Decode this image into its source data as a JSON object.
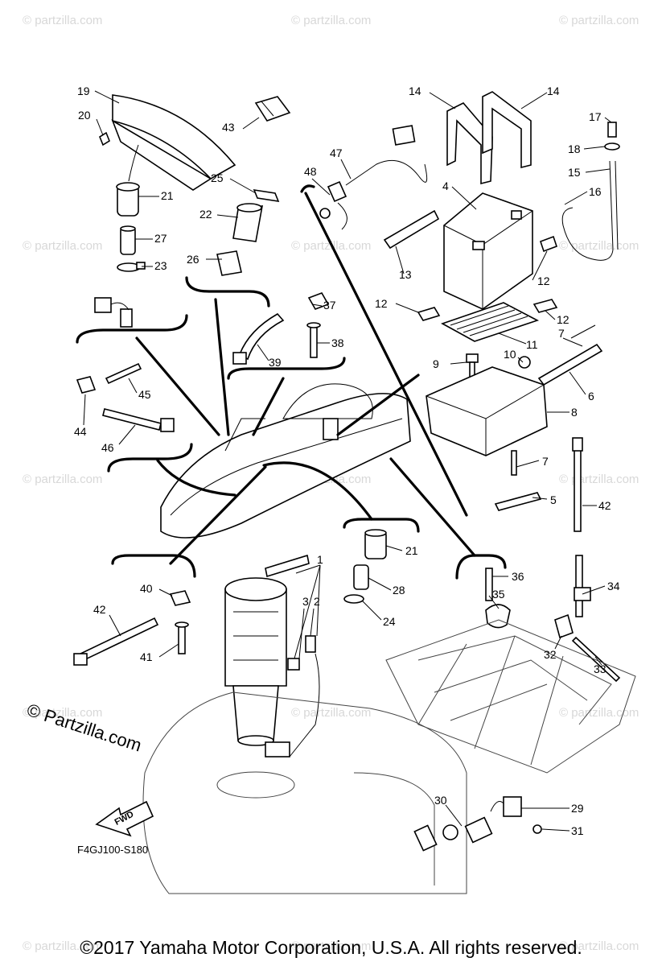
{
  "diagram": {
    "code": "F4GJ100-S180",
    "fwd_label": "FWD",
    "brand_watermark": "© Partzilla.com",
    "copyright": "©2017  Yamaha Motor Corporation, U.S.A. All rights reserved.",
    "watermark_text": "© partzilla.com"
  },
  "callouts": [
    {
      "id": "c19",
      "label": "19"
    },
    {
      "id": "c20",
      "label": "20"
    },
    {
      "id": "c43",
      "label": "43"
    },
    {
      "id": "c21a",
      "label": "21"
    },
    {
      "id": "c25",
      "label": "25"
    },
    {
      "id": "c22",
      "label": "22"
    },
    {
      "id": "c27",
      "label": "27"
    },
    {
      "id": "c26",
      "label": "26"
    },
    {
      "id": "c23",
      "label": "23"
    },
    {
      "id": "c48",
      "label": "48"
    },
    {
      "id": "c47",
      "label": "47"
    },
    {
      "id": "c14a",
      "label": "14"
    },
    {
      "id": "c14b",
      "label": "14"
    },
    {
      "id": "c17",
      "label": "17"
    },
    {
      "id": "c18",
      "label": "18"
    },
    {
      "id": "c15",
      "label": "15"
    },
    {
      "id": "c16",
      "label": "16"
    },
    {
      "id": "c4",
      "label": "4"
    },
    {
      "id": "c13",
      "label": "13"
    },
    {
      "id": "c12a",
      "label": "12"
    },
    {
      "id": "c12b",
      "label": "12"
    },
    {
      "id": "c12c",
      "label": "12"
    },
    {
      "id": "c11",
      "label": "11"
    },
    {
      "id": "c37",
      "label": "37"
    },
    {
      "id": "c38",
      "label": "38"
    },
    {
      "id": "c39",
      "label": "39"
    },
    {
      "id": "c7a",
      "label": "7"
    },
    {
      "id": "c9",
      "label": "9"
    },
    {
      "id": "c10",
      "label": "10"
    },
    {
      "id": "c6",
      "label": "6"
    },
    {
      "id": "c8",
      "label": "8"
    },
    {
      "id": "c45",
      "label": "45"
    },
    {
      "id": "c44",
      "label": "44"
    },
    {
      "id": "c46",
      "label": "46"
    },
    {
      "id": "c7b",
      "label": "7"
    },
    {
      "id": "c5",
      "label": "5"
    },
    {
      "id": "c42a",
      "label": "42"
    },
    {
      "id": "c1",
      "label": "1"
    },
    {
      "id": "c21b",
      "label": "21"
    },
    {
      "id": "c28",
      "label": "28"
    },
    {
      "id": "c24",
      "label": "24"
    },
    {
      "id": "c3",
      "label": "3"
    },
    {
      "id": "c2",
      "label": "2"
    },
    {
      "id": "c40",
      "label": "40"
    },
    {
      "id": "c42b",
      "label": "42"
    },
    {
      "id": "c41",
      "label": "41"
    },
    {
      "id": "c36",
      "label": "36"
    },
    {
      "id": "c35",
      "label": "35"
    },
    {
      "id": "c34",
      "label": "34"
    },
    {
      "id": "c32",
      "label": "32"
    },
    {
      "id": "c33",
      "label": "33"
    },
    {
      "id": "c30",
      "label": "30"
    },
    {
      "id": "c29",
      "label": "29"
    },
    {
      "id": "c31",
      "label": "31"
    }
  ]
}
